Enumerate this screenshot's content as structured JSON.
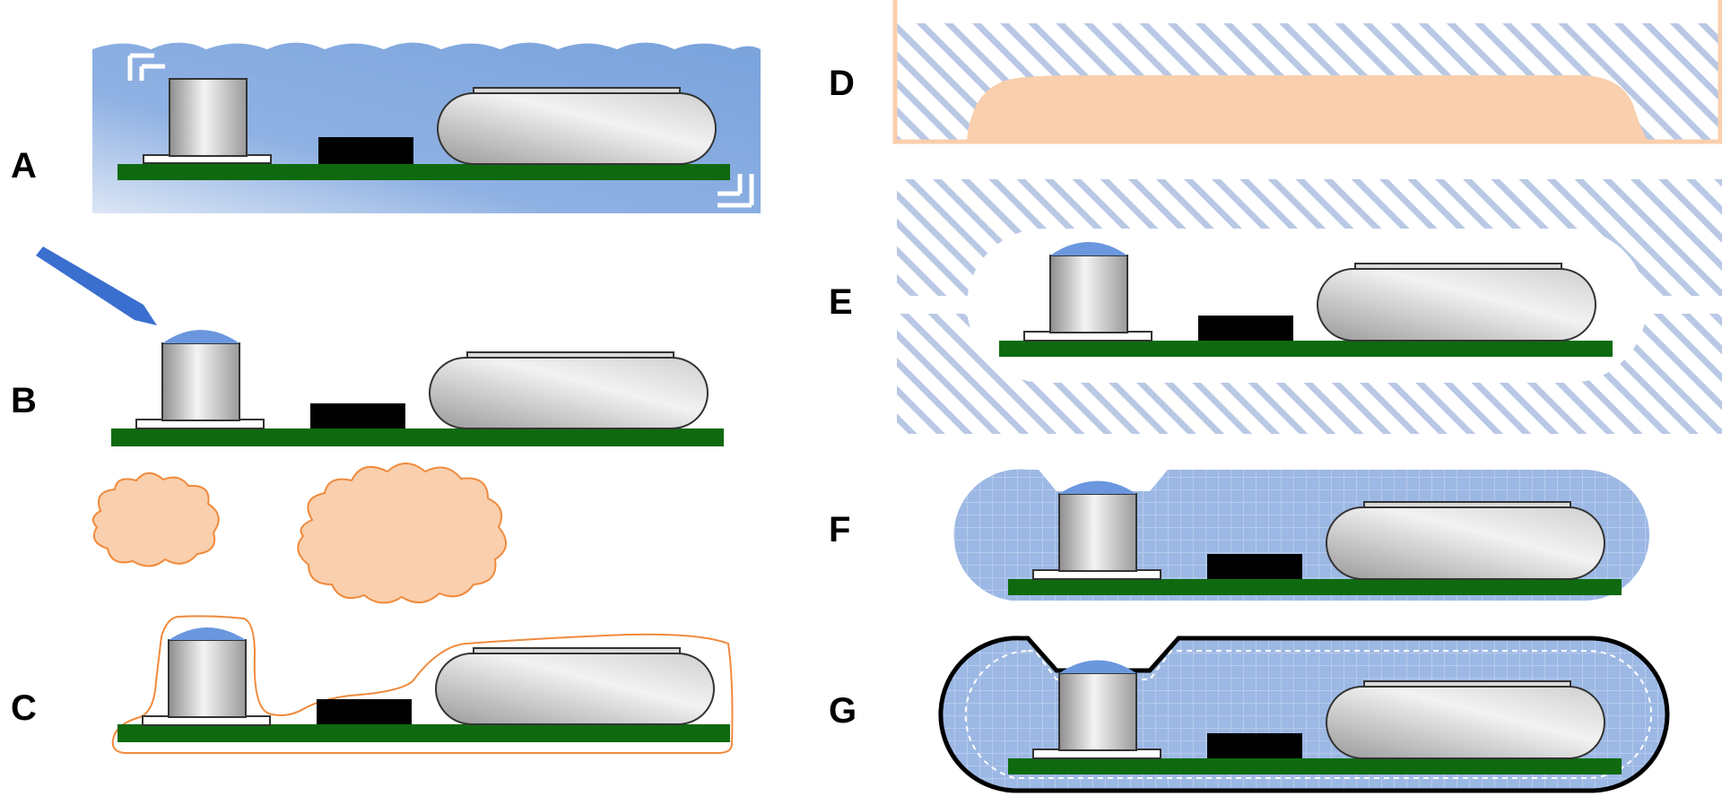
{
  "panels": [
    {
      "id": "A",
      "label": "A"
    },
    {
      "id": "B",
      "label": "B"
    },
    {
      "id": "C",
      "label": "C"
    },
    {
      "id": "D",
      "label": "D"
    },
    {
      "id": "E",
      "label": "E"
    },
    {
      "id": "F",
      "label": "F"
    },
    {
      "id": "G",
      "label": "G"
    }
  ],
  "colors": {
    "water": "#7aa3dc",
    "pcb": "#0f6a0f",
    "chip": "#000000",
    "coating_droplet": "#6a97de",
    "foam": "#f9cfad",
    "foam_outline": "#f08a3c",
    "hatch": "#b9c8e4",
    "encapsulant": "#9cb8e4",
    "shell_outline": "#000000",
    "pen": "#3a6fcf"
  }
}
